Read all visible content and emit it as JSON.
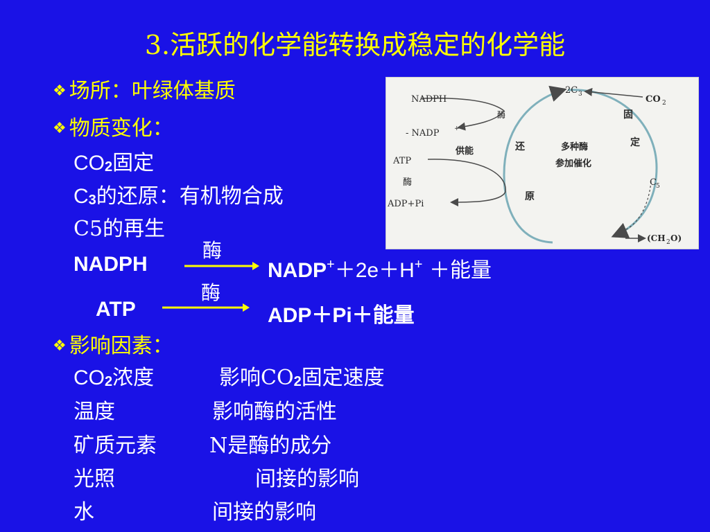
{
  "title": "3.活跃的化学能转换成稳定的化学能",
  "bullet_mark": "❖",
  "location": {
    "label": "场所：叶绿体基质"
  },
  "material_change": {
    "label": "物质变化：",
    "co2_fix": {
      "pre": "CO",
      "sub": "2",
      "post": "固定"
    },
    "c3_reduce": {
      "pre": "C",
      "sub": "3",
      "post": "的还原：有机物合成"
    },
    "c5_regen": "C5的再生"
  },
  "equations": {
    "nadph": {
      "left": "NADPH",
      "enzyme": "酶",
      "right_main": "NADP",
      "right_sup1": "+",
      "right_mid": "＋2e＋H",
      "right_sup2": "+",
      "right_end": " ＋能量"
    },
    "atp": {
      "left": "ATP",
      "enzyme": "酶",
      "right": "ADP＋Pi＋能量"
    }
  },
  "factors": {
    "label": "影响因素：",
    "rows": [
      {
        "factor_pre": "CO",
        "factor_sub": "2",
        "factor_post": "浓度",
        "effect_pre": "影响CO",
        "effect_sub": "2",
        "effect_post": "固定速度"
      },
      {
        "factor": "温度",
        "effect": "影响酶的活性"
      },
      {
        "factor": "矿质元素",
        "effect": "N是酶的成分"
      },
      {
        "factor": "光照",
        "effect": "间接的影响"
      },
      {
        "factor": "水",
        "effect": "间接的影响"
      }
    ]
  },
  "diagram": {
    "nadph": "NADPH",
    "nadp": "- NADP",
    "nadp_sup": "+",
    "enzyme": "酶",
    "supply": "供能",
    "atp": "ATP",
    "atp_enzyme": "酶",
    "adp_pi": "ADP+Pi",
    "reduce1": "还",
    "reduce2": "原",
    "multi_enzyme1": "多种酶",
    "multi_enzyme2": "参加催化",
    "c2": "2C",
    "c2_sub": "3",
    "co2": "CO",
    "co2_sub": "2",
    "fix1": "固",
    "fix2": "定",
    "c5": "C",
    "c5_sub": "5",
    "ch2o": "(CH",
    "ch2o_sub": "2",
    "ch2o_end": "O)"
  },
  "colors": {
    "background": "#1a12e6",
    "heading": "#ffff00",
    "text": "#ffffff",
    "arrow": "#ffff00"
  }
}
